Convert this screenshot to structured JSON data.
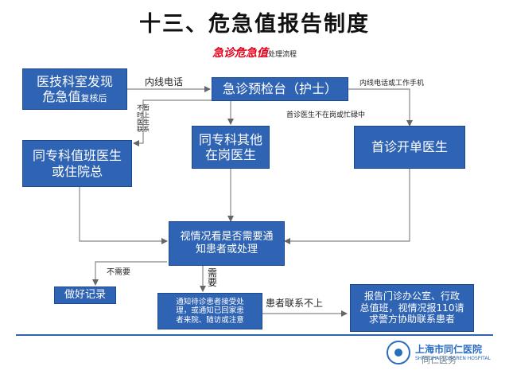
{
  "title": "十三、危急值报告制度",
  "subtitle_red": "急诊危急值",
  "subtitle_rest": "处理流程",
  "boxes": {
    "finder_line1": "医技科室发现",
    "finder_line2": "危急值",
    "finder_small": "复核后",
    "triage": "急诊预检台（护士）",
    "same_dept_line1": "同专科其他",
    "same_dept_line2": "在岗医生",
    "first_doctor": "首诊开单医生",
    "duty_line1": "同专科值班医生",
    "duty_line2": "或住院总",
    "judge_line1": "视情况看是否需要通",
    "judge_line2": "知患者或处理",
    "record": "做好记录",
    "notify_line1": "通知待诊患者接受处",
    "notify_line2": "理，或通知已回家患",
    "notify_line3": "者来院、随访或注意",
    "report_line1": "报告门诊办公室、行政",
    "report_line2": "总值班，视情况报110请",
    "report_line3": "求警方协助联系患者"
  },
  "labels": {
    "internal_phone": "内线电话",
    "phone_or_mobile": "内线电话或工作手机",
    "not_on_duty": "首诊医生不在岗或忙碌中",
    "cannot_contact_v": "不暂时上医生联系",
    "not_needed": "不需要",
    "needed": "需要",
    "patient_unreachable": "患者联系不上"
  },
  "footer": {
    "logo_cn": "上海市同仁医院",
    "logo_en": "SHANGHAI TONGREN HOSPITAL",
    "watermark": "同仁医务"
  }
}
